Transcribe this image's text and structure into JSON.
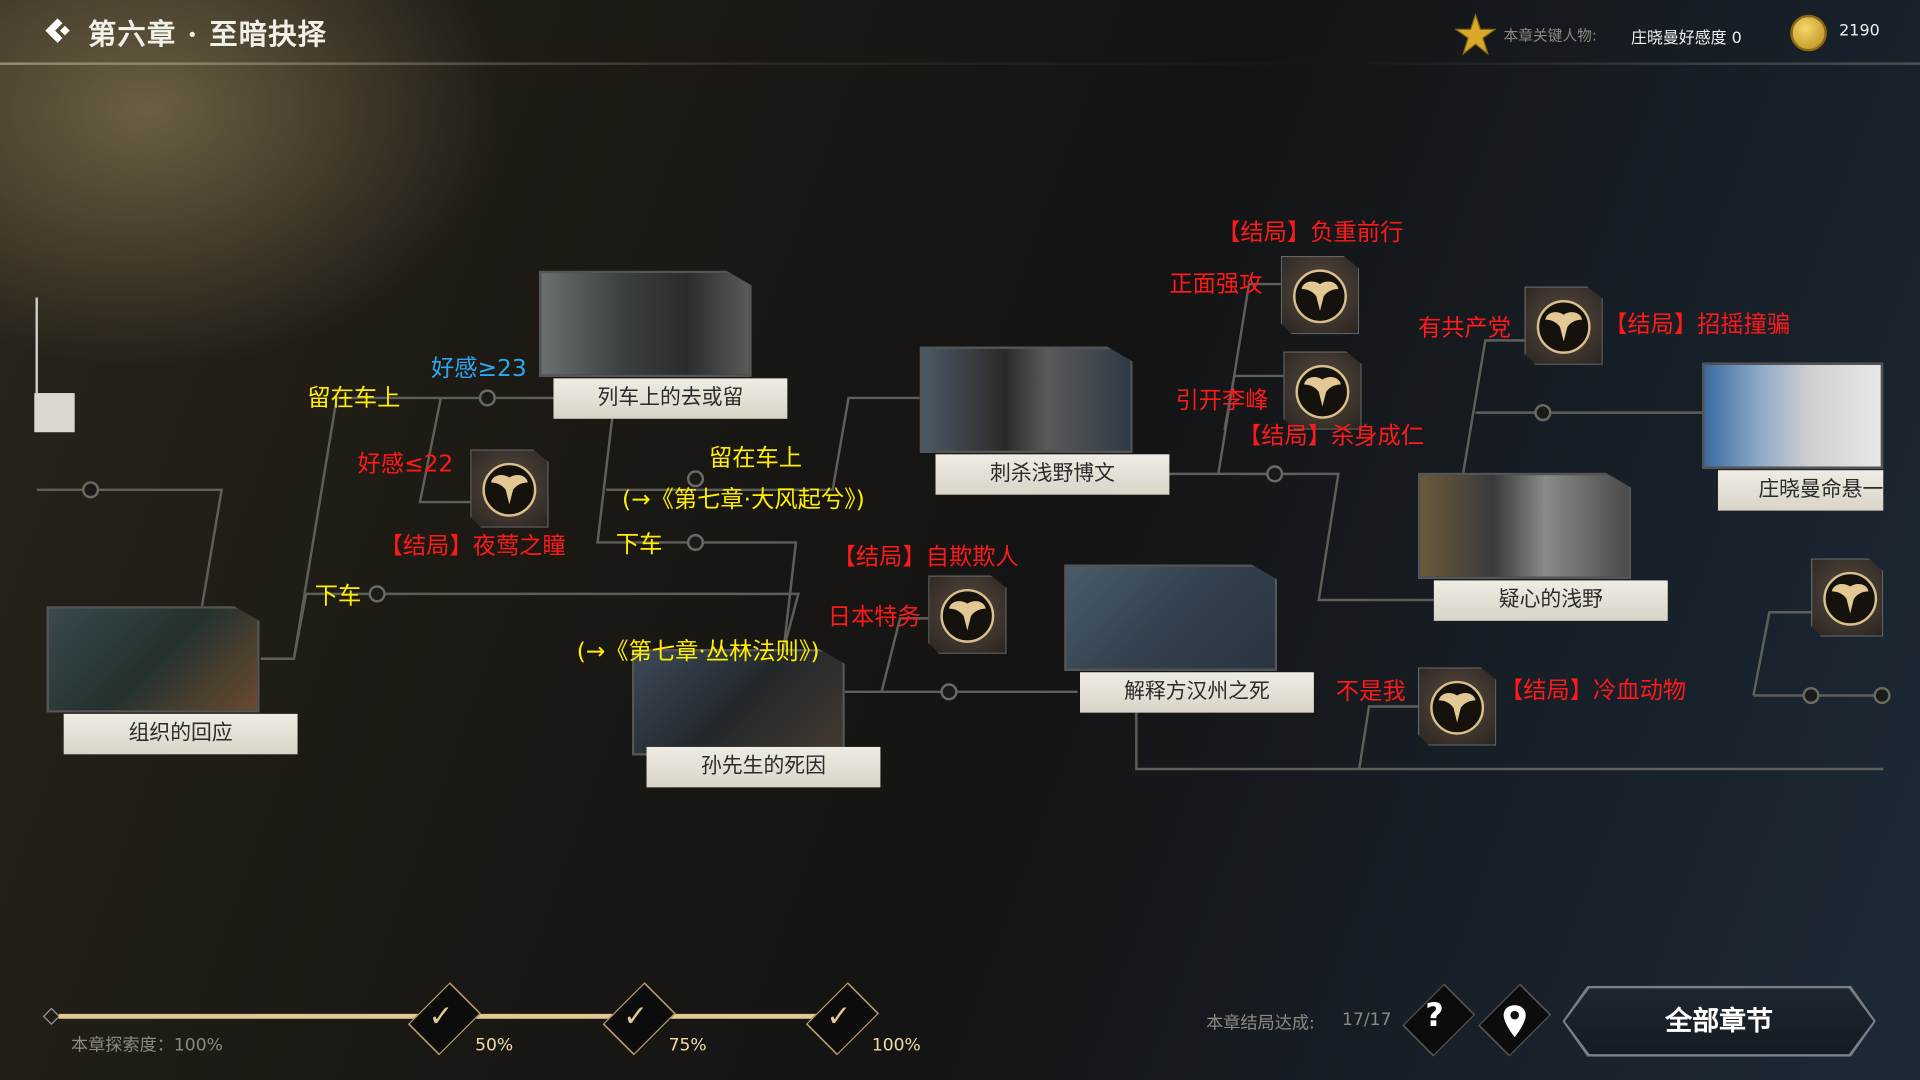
{
  "header": {
    "title": "第六章 · 至暗抉择",
    "key_person_label": "本章关键人物:",
    "key_person_value": "庄晓曼好感度 0",
    "coins": "2190"
  },
  "nodes": [
    {
      "id": "org",
      "label": "组织的回应"
    },
    {
      "id": "train",
      "label": "列车上的去或留"
    },
    {
      "id": "sun",
      "label": "孙先生的死因"
    },
    {
      "id": "assassinate",
      "label": "刺杀浅野博文"
    },
    {
      "id": "fang",
      "label": "解释方汉州之死"
    },
    {
      "id": "suspicious",
      "label": "疑心的浅野"
    },
    {
      "id": "zhuang",
      "label": "庄晓曼命悬一"
    }
  ],
  "annotations": {
    "affection_high": "好感≥23",
    "stay1": "留在车上",
    "affection_low": "好感≤22",
    "ending_nightingale": "【结局】夜莺之瞳",
    "stay2": "留在车上",
    "to_ch7_wind": "(→《第七章·大风起兮》)",
    "off2": "下车",
    "off1": "下车",
    "ending_selfdeceive": "【结局】自欺欺人",
    "japanese_agent": "日本特务",
    "to_ch7_jungle": "(→《第七章·丛林法则》)",
    "ending_burden": "【结局】负重前行",
    "frontal": "正面强攻",
    "communist": "有共产党",
    "ending_swindle": "【结局】招摇撞骗",
    "lure": "引开李峰",
    "ending_sacrifice": "【结局】杀身成仁",
    "not_me": "不是我",
    "ending_coldblood": "【结局】冷血动物"
  },
  "progress": {
    "label": "本章探索度：100%",
    "value": 1.0,
    "milestones": [
      "50%",
      "75%",
      "100%"
    ]
  },
  "footer": {
    "endings_label": "本章结局达成:",
    "endings_value": "17/17",
    "all_chapters": "全部章节"
  },
  "colors": {
    "yellow": "#ffee00",
    "red": "#ff1a1a",
    "blue": "#2aa8ef",
    "gold": "#e3c893"
  }
}
